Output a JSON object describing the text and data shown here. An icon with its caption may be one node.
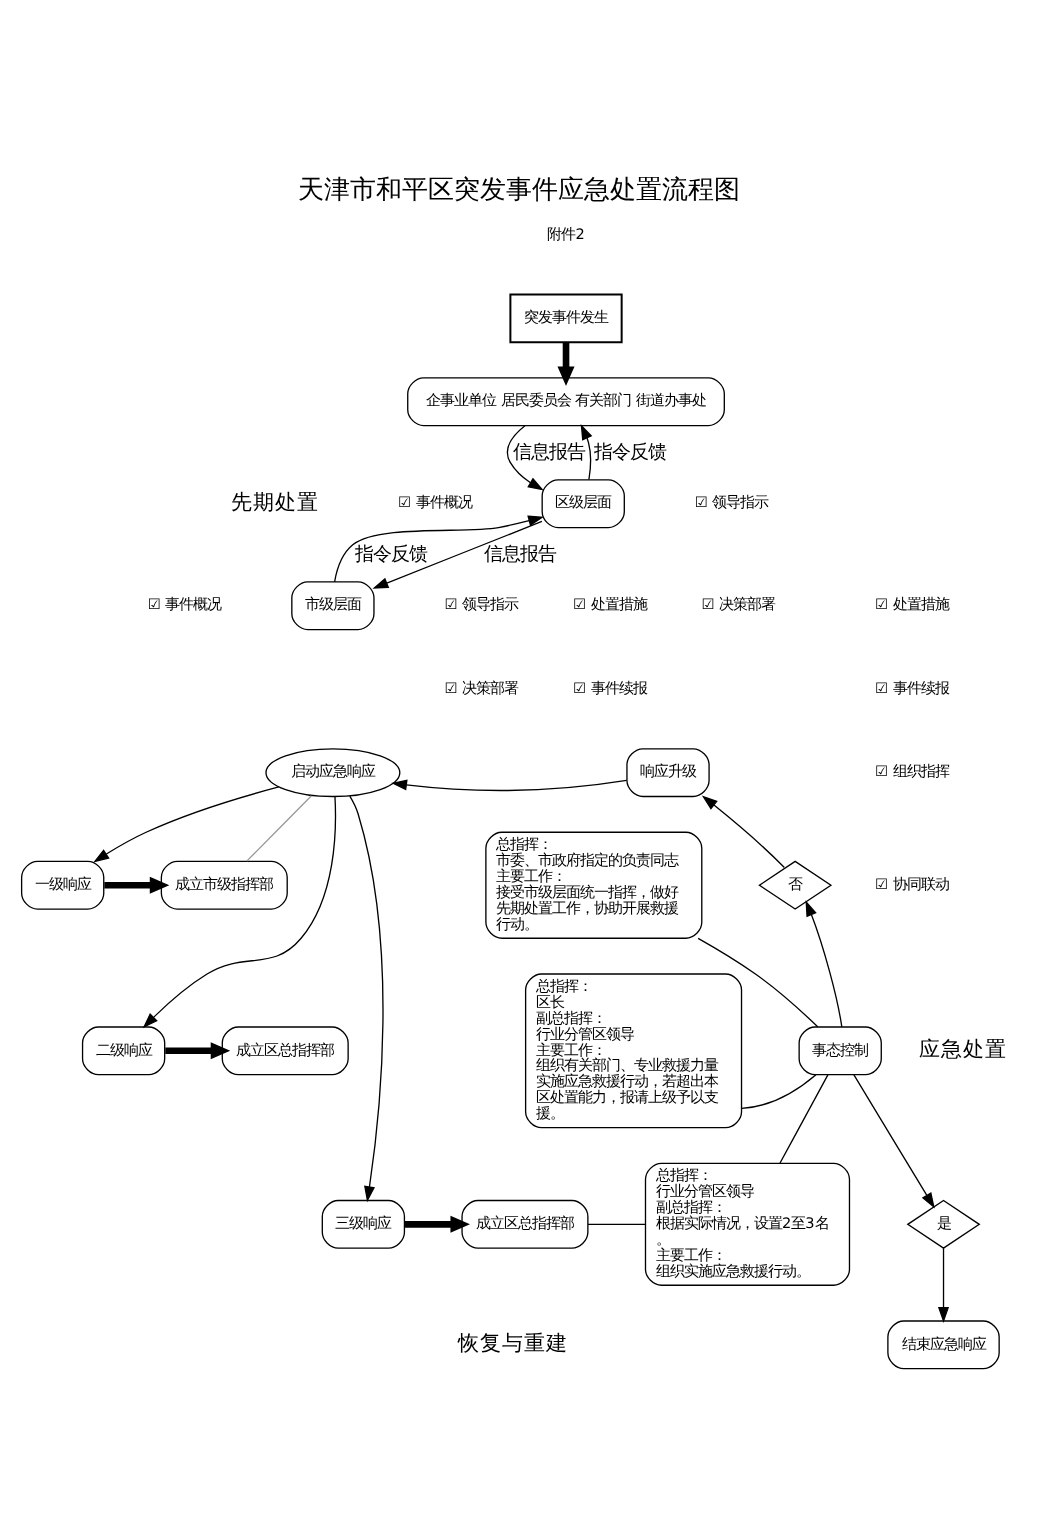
{
  "diagram": {
    "title": "天津市和平区突发事件应急处置流程图",
    "nodes": [
      {
        "text": [
          "突发事件发生"
        ]
      },
      {
        "text": [
          "企事业单位 居民委员会 有关部门 街道办事处"
        ]
      },
      {
        "text": [
          "区级层面"
        ]
      },
      {
        "text": [
          "市级层面"
        ]
      },
      {
        "text": [
          "启动应急响应"
        ]
      },
      {
        "text": [
          "一级响应"
        ]
      },
      {
        "text": [
          "成立市级指挥部"
        ]
      },
      {
        "text": [
          "总指挥：",
          "市委、市政府指定的负责同志",
          "主要工作：",
          "接受市级层面统一指挥，做好先期处置工作，协助开展救援行动。"
        ]
      },
      {
        "text": [
          "二级响应"
        ]
      },
      {
        "text": [
          "成立区总指挥部"
        ]
      },
      {
        "text": [
          "总指挥：",
          "区长",
          "副总指挥：",
          "行业分管区领导",
          "主要工作：",
          "组织有关部门、专业救援力量实施应急救援行动，若超出本区处置能力，报请上级予以支援。"
        ]
      },
      {
        "text": [
          "三级响应"
        ]
      },
      {
        "text": [
          "成立区总指挥部"
        ]
      },
      {
        "text": [
          "总指挥：",
          "行业分管区领导",
          "副总指挥：",
          "根据实际情况，设置2至3名。",
          "主要工作：",
          "组织实施应急救援行动。"
        ]
      },
      {
        "text": [
          "响应升级"
        ]
      },
      {
        "text": [
          "否"
        ]
      },
      {
        "text": [
          "事态控制"
        ]
      },
      {
        "text": [
          "是"
        ]
      },
      {
        "text": [
          "结束应急响应"
        ]
      }
    ],
    "edges": [
      {
        "from": 0,
        "to": 1,
        "arrow": "to",
        "style": "thick"
      },
      {
        "from": 1,
        "to": 2,
        "arrow": "to",
        "label": "信息报告"
      },
      {
        "from": 2,
        "to": 1,
        "arrow": "to",
        "label": "指令反馈"
      },
      {
        "from": 2,
        "to": 3,
        "arrow": "to",
        "label": "信息报告"
      },
      {
        "from": 3,
        "to": 2,
        "arrow": "to",
        "label": "指令反馈"
      },
      {
        "from": 4,
        "to": 5,
        "arrow": "to"
      },
      {
        "from": 4,
        "to": 8,
        "arrow": "to"
      },
      {
        "from": 4,
        "to": 11,
        "arrow": "to"
      },
      {
        "from": 4,
        "to": 6,
        "arrow": "none",
        "color": "#999999"
      },
      {
        "from": 5,
        "to": 6,
        "arrow": "to",
        "style": "thick"
      },
      {
        "from": 8,
        "to": 9,
        "arrow": "to",
        "style": "thick"
      },
      {
        "from": 11,
        "to": 12,
        "arrow": "to",
        "style": "thick"
      },
      {
        "from": 12,
        "to": 13,
        "arrow": "none"
      },
      {
        "from": 7,
        "to": 16,
        "arrow": "none"
      },
      {
        "from": 10,
        "to": 16,
        "arrow": "none"
      },
      {
        "from": 13,
        "to": 16,
        "arrow": "none"
      },
      {
        "from": 16,
        "to": 15,
        "arrow": "to"
      },
      {
        "from": 15,
        "to": 14,
        "arrow": "to"
      },
      {
        "from": 14,
        "to": 4,
        "arrow": "to"
      },
      {
        "from": 16,
        "to": 17,
        "arrow": "to"
      },
      {
        "from": 17,
        "to": 18,
        "arrow": "to"
      }
    ],
    "labels": [
      "附件2",
      "☑ 事件概况",
      "☑ 处置措施",
      "☑ 事件续报",
      "☑ 领导指示",
      "☑ 决策部署",
      "先期处置",
      "☑ 事件概况",
      "☑ 处置措施",
      "☑ 事件续报",
      "☑ 领导指示",
      "☑ 决策部署",
      "☑ 组织指挥",
      "☑ 协同联动",
      "应急处置",
      "恢复与重建"
    ]
  }
}
